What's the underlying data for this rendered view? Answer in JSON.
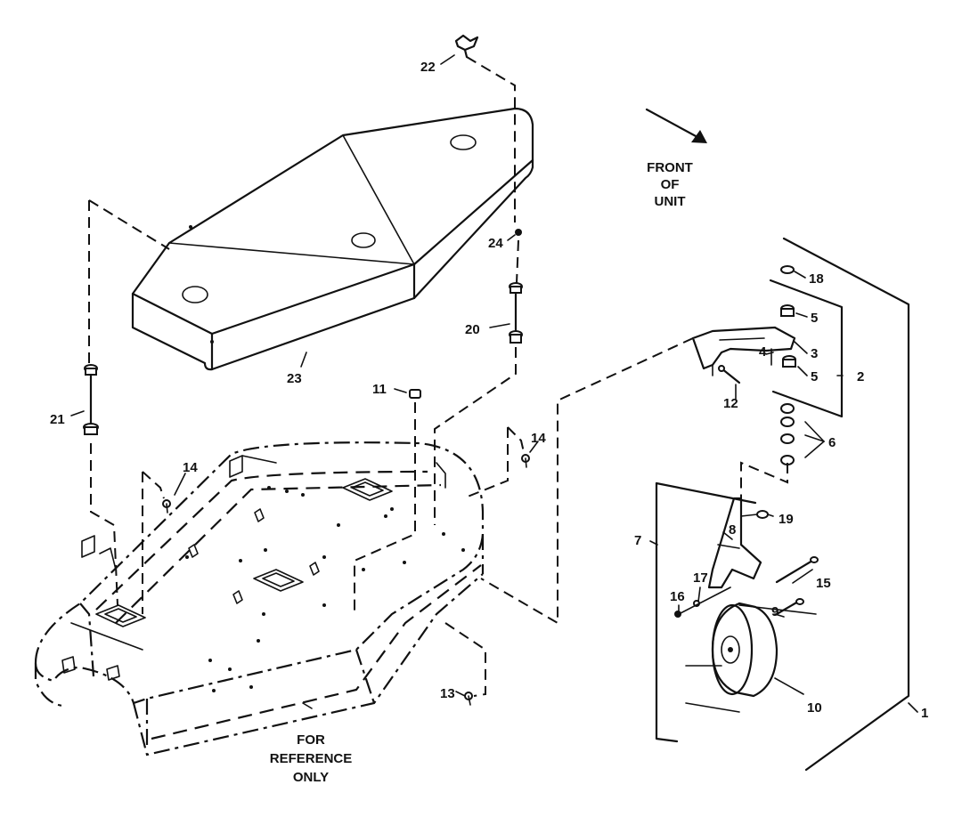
{
  "direction_note": [
    "FRONT",
    "OF",
    "UNIT"
  ],
  "reference_note": [
    "FOR",
    "REFERENCE",
    "ONLY"
  ],
  "callouts": {
    "c1": "1",
    "c2": "2",
    "c3": "3",
    "c4": "4",
    "c5a": "5",
    "c5b": "5",
    "c6": "6",
    "c7": "7",
    "c8": "8",
    "c9": "9",
    "c10": "10",
    "c11": "11",
    "c12": "12",
    "c13": "13",
    "c14a": "14",
    "c14b": "14",
    "c15": "15",
    "c16": "16",
    "c17": "17",
    "c18": "18",
    "c19": "19",
    "c20": "20",
    "c21": "21",
    "c22": "22",
    "c23": "23",
    "c24": "24"
  }
}
